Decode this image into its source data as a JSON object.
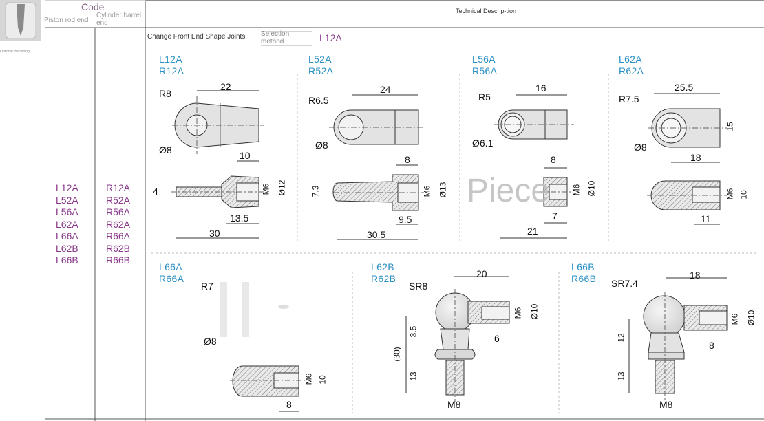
{
  "sidebar": {
    "caption": "Optional machining"
  },
  "header": {
    "code_title": "Code",
    "piston_rod_end": "Piston rod end",
    "cylinder_barrel_end": "Cylinder barrel end",
    "technical_description": "Technical Descrip-tion"
  },
  "selection": {
    "instruction": "Change Front End Shape Joints",
    "method_label": "Selection method",
    "example": "L12A"
  },
  "codes": {
    "piston": [
      "L12A",
      "L52A",
      "L56A",
      "L62A",
      "L66A",
      "L62B",
      "L66B"
    ],
    "cylinder": [
      "R12A",
      "R52A",
      "R56A",
      "R62A",
      "R66A",
      "R62B",
      "R66B"
    ]
  },
  "parts": [
    {
      "label_l": "L12A",
      "label_r": "R12A",
      "dims": [
        "R8",
        "22",
        "Ø8",
        "10",
        "4",
        "M6",
        "Ø12",
        "13.5",
        "30"
      ]
    },
    {
      "label_l": "L52A",
      "label_r": "R52A",
      "dims": [
        "R6.5",
        "24",
        "Ø8",
        "8",
        "7.3",
        "M6",
        "Ø13",
        "9.5",
        "30.5"
      ]
    },
    {
      "label_l": "L56A",
      "label_r": "R56A",
      "dims": [
        "R5",
        "16",
        "Ø6.1",
        "8",
        "M6",
        "Ø10",
        "7",
        "21"
      ]
    },
    {
      "label_l": "L62A",
      "label_r": "R62A",
      "dims": [
        "R7.5",
        "25.5",
        "15",
        "Ø8",
        "18",
        "M6",
        "10",
        "11"
      ]
    },
    {
      "label_l": "L66A",
      "label_r": "R66A",
      "dims": [
        "R7",
        "Ø8",
        "M6",
        "10",
        "8"
      ]
    },
    {
      "label_l": "L62B",
      "label_r": "R62B",
      "dims": [
        "SR8",
        "20",
        "M6",
        "Ø10",
        "3.5",
        "(30)",
        "6",
        "13",
        "M8"
      ]
    },
    {
      "label_l": "L66B",
      "label_r": "R66B",
      "dims": [
        "SR7.4",
        "18",
        "M6",
        "Ø10",
        "12",
        "8",
        "13",
        "M8"
      ]
    }
  ],
  "watermark": "Piece"
}
